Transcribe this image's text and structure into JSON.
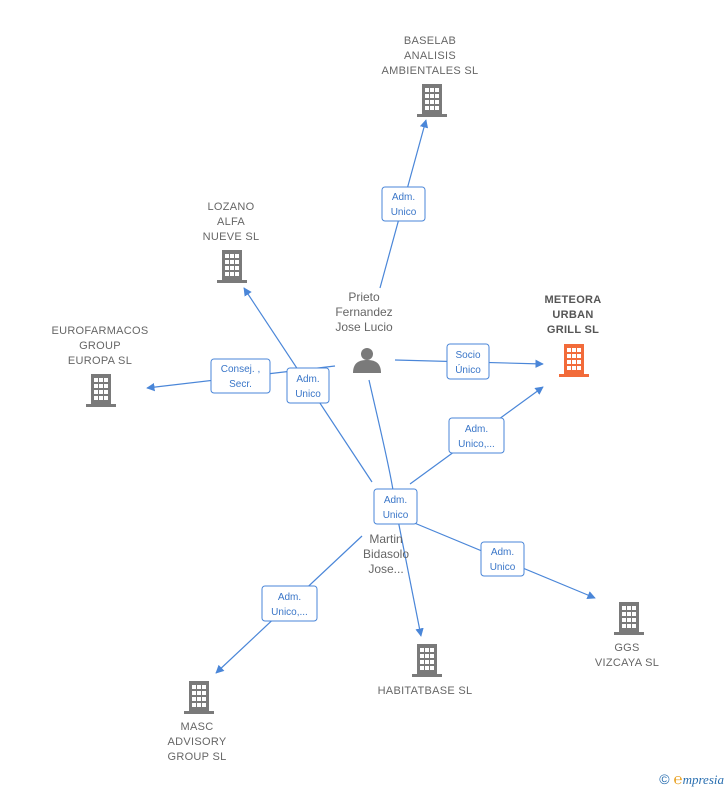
{
  "colors": {
    "edge": "#4a86d8",
    "building": "#7a7a7a",
    "main_building": "#f26b3a",
    "person": "#7a7a7a"
  },
  "persons": {
    "prieto": {
      "lines": [
        "Prieto",
        "Fernandez",
        "Jose Lucio"
      ]
    },
    "martin": {
      "lines": [
        "Martin",
        "Bidasolo",
        "Jose..."
      ]
    }
  },
  "companies": {
    "baselab": {
      "lines": [
        "BASELAB",
        "ANALISIS",
        "AMBIENTALES SL"
      ]
    },
    "lozano": {
      "lines": [
        "LOZANO",
        "ALFA",
        "NUEVE SL"
      ]
    },
    "eurofarmacos": {
      "lines": [
        "EUROFARMACOS",
        "GROUP",
        "EUROPA  SL"
      ]
    },
    "meteora": {
      "lines": [
        "METEORA",
        "URBAN",
        "GRILL  SL"
      ]
    },
    "ggs": {
      "lines": [
        "GGS",
        "VIZCAYA  SL"
      ]
    },
    "habitatbase": {
      "lines": [
        "HABITATBASE SL"
      ]
    },
    "masc": {
      "lines": [
        "MASC",
        "ADVISORY",
        "GROUP  SL"
      ]
    }
  },
  "edge_labels": {
    "prieto_baselab": [
      "Adm.",
      "Unico"
    ],
    "prieto_eurofarmacos": [
      "Consej. ,",
      "Secr."
    ],
    "prieto_lozano": [
      "Adm.",
      "Unico"
    ],
    "prieto_meteora": [
      "Socio",
      "Único"
    ],
    "martin_meteora": [
      "Adm.",
      "Unico,..."
    ],
    "martin_habitatbase": [
      "Adm.",
      "Unico"
    ],
    "martin_ggs": [
      "Adm.",
      "Unico"
    ],
    "martin_masc": [
      "Adm.",
      "Unico,..."
    ]
  },
  "footer": {
    "copyright": "©",
    "brand_first": "℮",
    "brand_rest": "mpresia"
  }
}
